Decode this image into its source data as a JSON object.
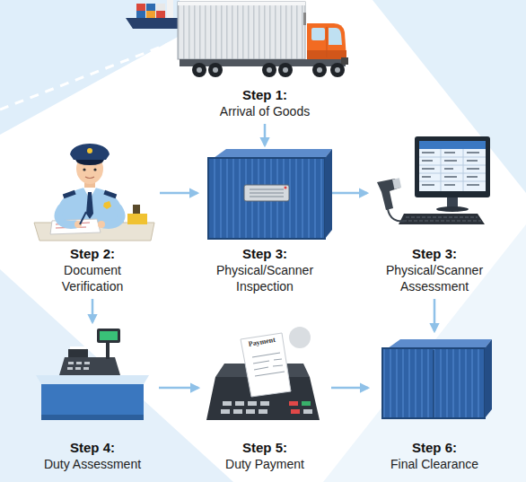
{
  "diagram": {
    "nodes": [
      {
        "text": [
          "Step 1:",
          "Arrival of Goods"
        ]
      },
      {
        "text": [
          "Step 2:",
          "Document Verification"
        ]
      },
      {
        "text": [
          "Step 3:",
          "Physical/Scanner Inspection"
        ]
      },
      {
        "text": [
          "Step 3:",
          "Physical/Scanner Assessment"
        ]
      },
      {
        "text": [
          "Step 4:",
          "Duty Assessment"
        ]
      },
      {
        "text": [
          "Step 5:",
          "Duty Payment"
        ]
      },
      {
        "text": [
          "Step 6:",
          "Final Clearance"
        ]
      }
    ],
    "edges": [
      {
        "from": 0,
        "to": 2,
        "arrow": "to"
      },
      {
        "from": 1,
        "to": 2,
        "arrow": "to"
      },
      {
        "from": 2,
        "to": 3,
        "arrow": "to"
      },
      {
        "from": 1,
        "to": 4,
        "arrow": "to"
      },
      {
        "from": 3,
        "to": 6,
        "arrow": "to"
      },
      {
        "from": 4,
        "to": 5,
        "arrow": "to"
      },
      {
        "from": 5,
        "to": 6,
        "arrow": "to"
      }
    ],
    "labels": [
      "Payment"
    ]
  }
}
